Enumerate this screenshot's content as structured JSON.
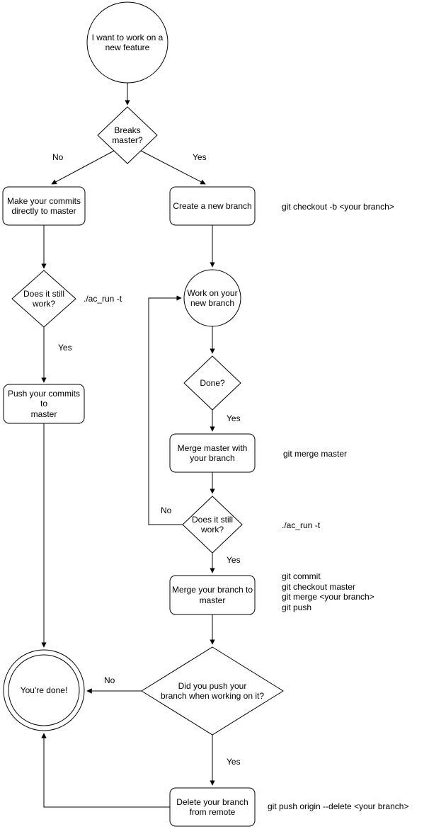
{
  "diagram": {
    "nodes": {
      "start": "I want to work on a\nnew feature",
      "breaks_master": "Breaks\nmaster?",
      "commits_master": "Make your commits\ndirectly to master",
      "create_branch": "Create a new branch",
      "still_work_left": "Does it still\nwork?",
      "push_commits": "Push your commits to\nmaster",
      "work_branch": "Work on your\nnew branch",
      "done_q": "Done?",
      "merge_master": "Merge master with\nyour branch",
      "still_work_right": "Does it still\nwork?",
      "merge_branch": "Merge your branch to\nmaster",
      "did_push": "Did you push your\nbranch when working on it?",
      "youre_done": "You're done!",
      "delete_branch": "Delete your branch\nfrom remote"
    },
    "edge_labels": {
      "breaks_no": "No",
      "breaks_yes": "Yes",
      "still_left_yes": "Yes",
      "done_yes": "Yes",
      "still_right_no": "No",
      "still_right_yes": "Yes",
      "push_no": "No",
      "push_yes": "Yes"
    },
    "annotations": {
      "checkout_cmd": "git checkout -b <your branch>",
      "ac_run_left": "./ac_run -t",
      "merge_master_cmd": "git merge master",
      "ac_run_right": "./ac_run -t",
      "commit_lines": [
        "git commit",
        "git checkout master",
        "git merge <your branch>",
        "git push"
      ],
      "delete_cmd": "git push origin --delete <your branch>"
    },
    "colors": {
      "stroke": "#000000",
      "fill": "#ffffff"
    }
  }
}
